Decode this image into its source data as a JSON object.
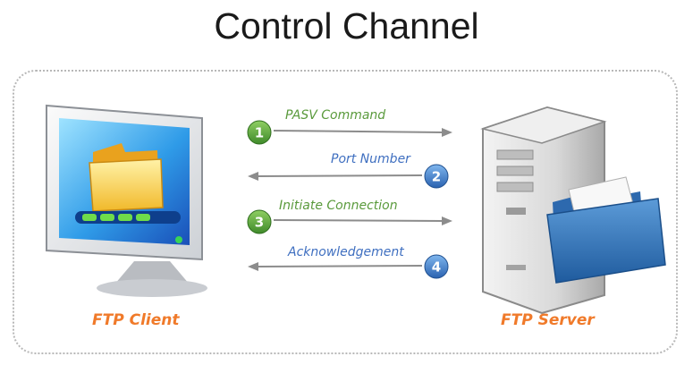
{
  "title": "Control Channel",
  "client": {
    "label": "FTP Client"
  },
  "server": {
    "label": "FTP Server"
  },
  "steps": [
    {
      "number": "1",
      "label": "PASV Command",
      "direction": "client-to-server",
      "color": "#5a9a3c"
    },
    {
      "number": "2",
      "label": "Port Number",
      "direction": "server-to-client",
      "color": "#3f7fc4"
    },
    {
      "number": "3",
      "label": "Initiate Connection",
      "direction": "client-to-server",
      "color": "#5a9a3c"
    },
    {
      "number": "4",
      "label": "Acknowledgement",
      "direction": "server-to-client",
      "color": "#3f7fc4"
    }
  ],
  "colors": {
    "title": "#1a1a1a",
    "node_label": "#f07a2a",
    "green_text": "#5a9a3c",
    "blue_text": "#3f6fc0",
    "arrow": "#8c8c8c",
    "frame_border": "#b8b8b8"
  },
  "icons": {
    "client": "monitor-folder-icon",
    "server": "server-folder-icon"
  }
}
